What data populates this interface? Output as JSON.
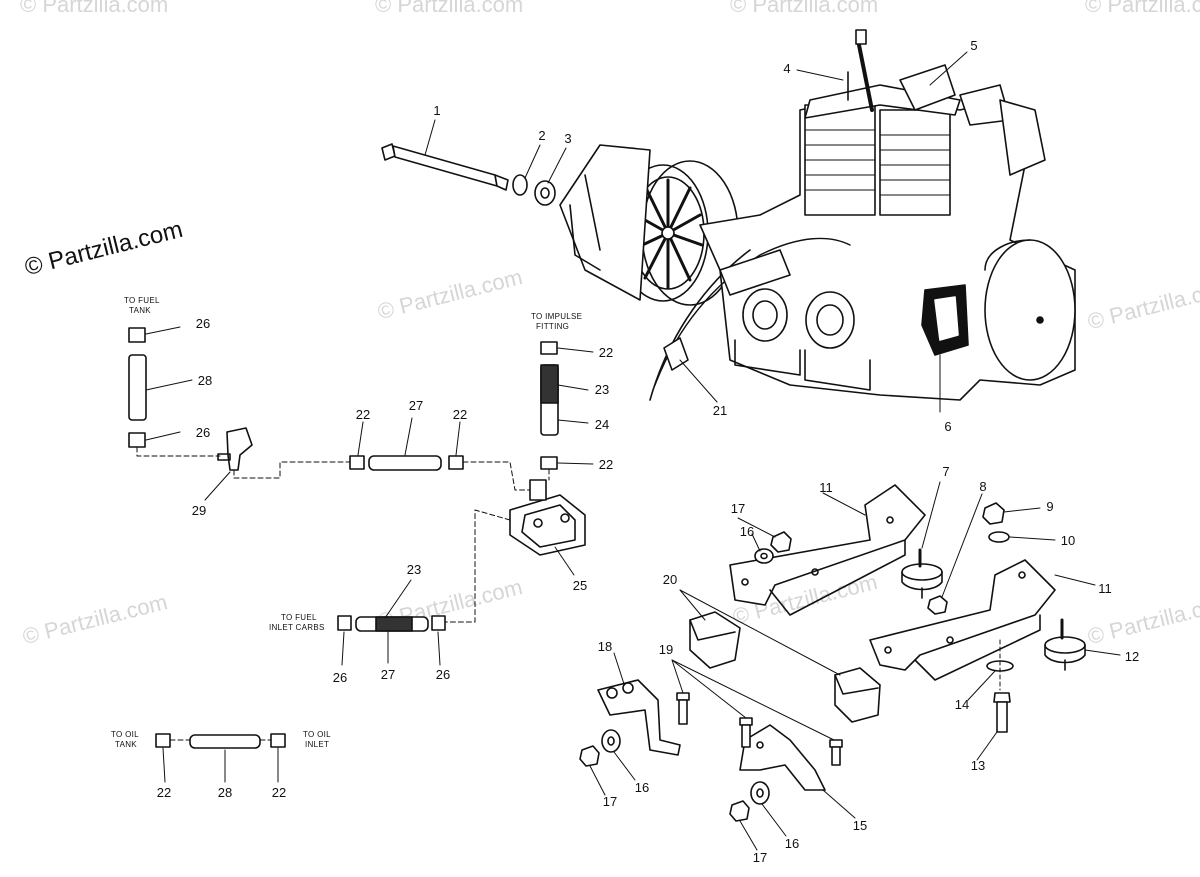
{
  "watermarks": {
    "text": "© Partzilla.com",
    "brand_text": "© Partzilla.com"
  },
  "notes": {
    "to_fuel_tank_1": "TO FUEL",
    "to_fuel_tank_2": "TANK",
    "to_impulse_1": "TO IMPULSE",
    "to_impulse_2": "FITTING",
    "to_fuel_inlet_1": "TO FUEL",
    "to_fuel_inlet_2": "INLET CARBS",
    "to_oil_tank_1": "TO OIL",
    "to_oil_tank_2": "TANK",
    "to_oil_inlet_1": "TO OIL",
    "to_oil_inlet_2": "INLET"
  },
  "callouts": {
    "c1": "1",
    "c2": "2",
    "c3": "3",
    "c4": "4",
    "c5": "5",
    "c6": "6",
    "c7": "7",
    "c8": "8",
    "c9": "9",
    "c10": "10",
    "c11a": "11",
    "c11b": "11",
    "c12": "12",
    "c13": "13",
    "c14": "14",
    "c15": "15",
    "c16a": "16",
    "c16b": "16",
    "c16c": "16",
    "c17a": "17",
    "c17b": "17",
    "c17c": "17",
    "c18": "18",
    "c19": "19",
    "c20": "20",
    "c21": "21",
    "c22a": "22",
    "c22b": "22",
    "c22c": "22",
    "c22d": "22",
    "c22e": "22",
    "c22f": "22",
    "c23a": "23",
    "c23b": "23",
    "c24": "24",
    "c25": "25",
    "c26a": "26",
    "c26b": "26",
    "c26c": "26",
    "c26d": "26",
    "c27a": "27",
    "c27b": "27",
    "c28a": "28",
    "c28b": "28",
    "c29": "29"
  }
}
